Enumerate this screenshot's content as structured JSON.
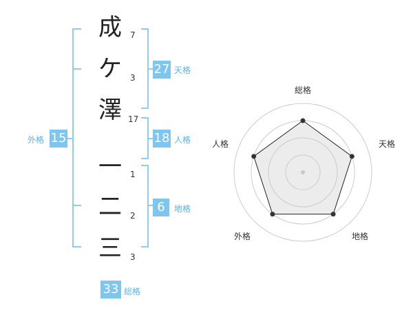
{
  "name": {
    "chars": [
      {
        "char": "成",
        "strokes": "7"
      },
      {
        "char": "ケ",
        "strokes": "3"
      },
      {
        "char": "澤",
        "strokes": "17"
      },
      {
        "char": "一",
        "strokes": "1"
      },
      {
        "char": "二",
        "strokes": "2"
      },
      {
        "char": "三",
        "strokes": "3"
      }
    ]
  },
  "fortune": {
    "tenkaku": {
      "value": "27",
      "label": "天格"
    },
    "jinkaku": {
      "value": "18",
      "label": "人格"
    },
    "chikaku": {
      "value": "6",
      "label": "地格"
    },
    "gaikaku": {
      "value": "15",
      "label": "外格"
    },
    "soukaku": {
      "value": "33",
      "label": "総格"
    }
  },
  "colors": {
    "accent": "#7fc6ef",
    "label": "#5ab4e6",
    "bracket": "#8ecdf0"
  },
  "chart_data": {
    "type": "radar",
    "axes": [
      "総格",
      "天格",
      "地格",
      "外格",
      "人格"
    ],
    "values": [
      0.75,
      0.75,
      0.75,
      0.75,
      0.75
    ],
    "max": 1,
    "rings": 4
  }
}
